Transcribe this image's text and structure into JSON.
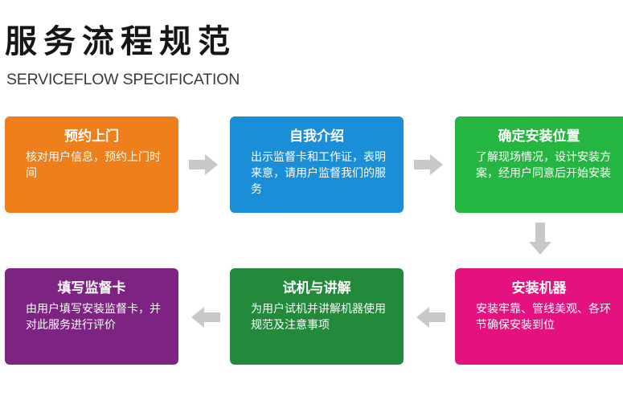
{
  "header": {
    "title": "服务流程规范",
    "subtitle": "SERVICEFLOW SPECIFICATION"
  },
  "steps": [
    {
      "title": "预约上门",
      "desc": "核对用户信息，预约上门时间",
      "color": "#ef7f1a"
    },
    {
      "title": "自我介绍",
      "desc": "出示监督卡和工作证，表明来意，请用户监督我们的服务",
      "color": "#1a8fd8"
    },
    {
      "title": "确定安装位置",
      "desc": "了解现场情况，设计安装方案，经用户同意后开始安装",
      "color": "#25b541"
    },
    {
      "title": "安装机器",
      "desc": "安装牢靠、管线美观、各环节确保安装到位",
      "color": "#e3127e"
    },
    {
      "title": "试机与讲解",
      "desc": "为用户试机并讲解机器使用规范及注意事项",
      "color": "#238a3c"
    },
    {
      "title": "填写监督卡",
      "desc": "由用户填写安装监督卡，并对此服务进行评价",
      "color": "#7d2482"
    }
  ],
  "arrow_color": "#c8c8c8"
}
